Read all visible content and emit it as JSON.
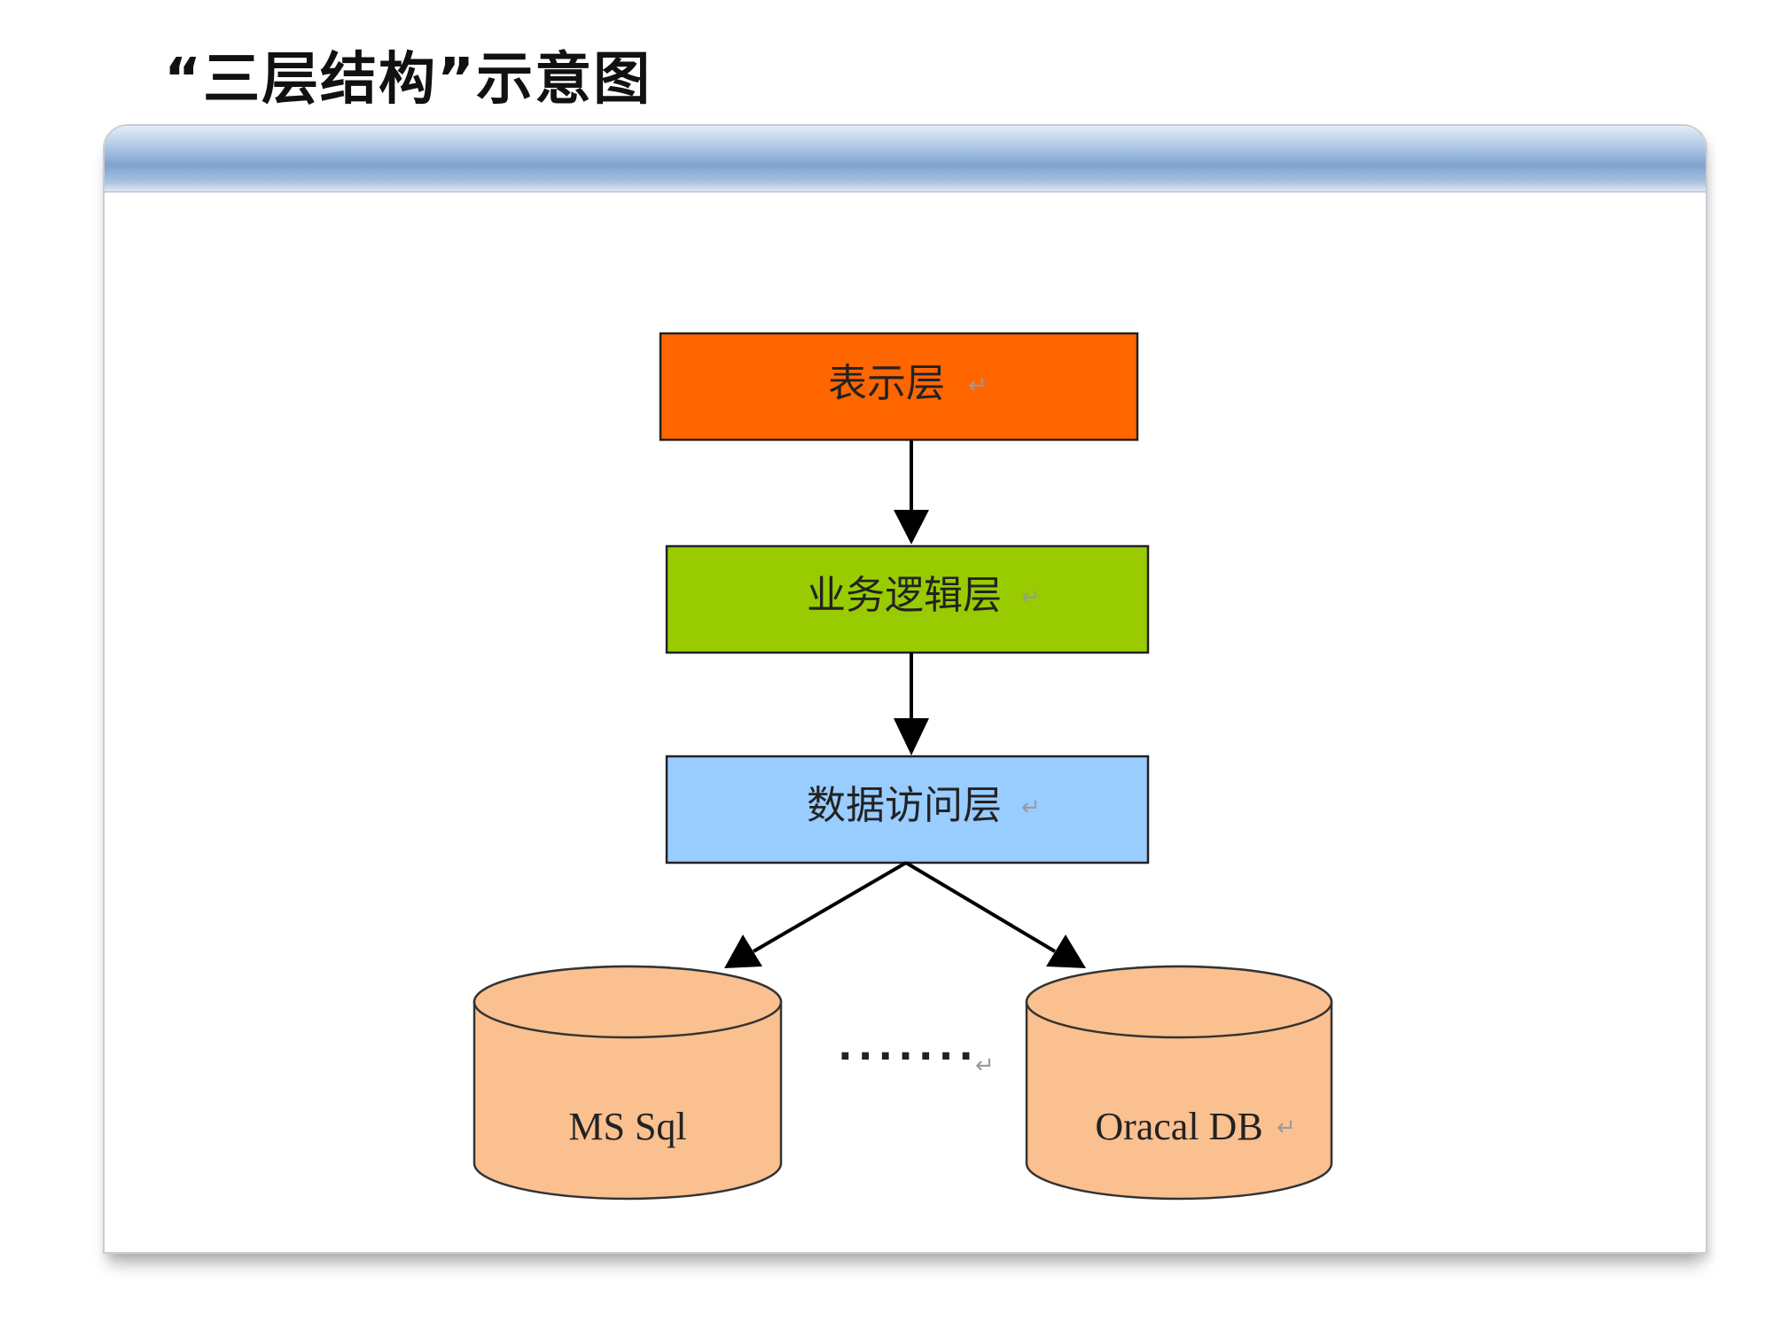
{
  "title": "“三层结构”示意图",
  "layers": [
    {
      "label": "表示层",
      "color": "#ff6600"
    },
    {
      "label": "业务逻辑层",
      "color": "#99cc00"
    },
    {
      "label": "数据访问层",
      "color": "#99ccff"
    }
  ],
  "databases": [
    {
      "label": "MS Sql",
      "color": "#fac090"
    },
    {
      "label": "Oracal DB",
      "color": "#fac090"
    }
  ],
  "ellipsis": ".......",
  "return_mark": "↵",
  "colors": {
    "panel_header": "#7ea3cf",
    "arrow": "#000000",
    "cylinder_stroke": "#333333"
  }
}
